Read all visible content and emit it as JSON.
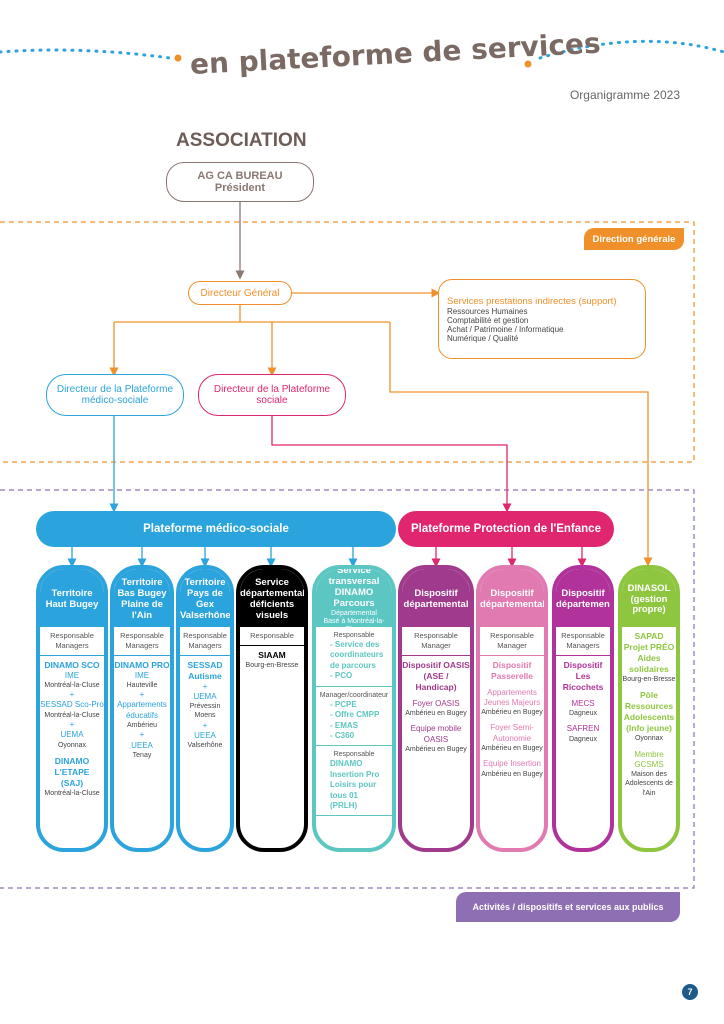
{
  "header": {
    "title": "en plateforme de services",
    "subtitle": "Organigramme 2023"
  },
  "association": {
    "label": "ASSOCIATION",
    "ag_line1": "AG CA BUREAU",
    "ag_line2": "Président"
  },
  "direction_generale": {
    "label": "Direction générale"
  },
  "directeur_general": {
    "label": "Directeur Général"
  },
  "support": {
    "title": "Services prestations indirectes (support)",
    "items": [
      "Ressources Humaines",
      "Comptabilité et gestion",
      "Achat / Patrimoine / Informatique",
      "Numérique / Qualité"
    ]
  },
  "dir_medico": {
    "line1": "Directeur de la Plateforme",
    "line2": "médico-sociale"
  },
  "dir_sociale": {
    "line1": "Directeur de la Plateforme",
    "line2": "sociale"
  },
  "platform_medico": {
    "label": "Plateforme médico-sociale"
  },
  "platform_enfance": {
    "label": "Plateforme Protection de l'Enfance"
  },
  "columns": {
    "haut_bugey": {
      "head": [
        "Territoire",
        "Haut Bugey"
      ],
      "resp": [
        "Responsable",
        "Managers"
      ],
      "items": [
        [
          "DINAMO SCO",
          "t"
        ],
        [
          "IME",
          "s"
        ],
        [
          "Montréal-la-Cluse",
          "g"
        ],
        [
          "+",
          "s"
        ],
        [
          "SESSAD Sco-Pro",
          "s"
        ],
        [
          "Montréal-la-Cluse",
          "g"
        ],
        [
          "+",
          "s"
        ],
        [
          "UEMA",
          "s"
        ],
        [
          "Oyonnax",
          "g"
        ],
        [
          "",
          "gap"
        ],
        [
          "DINAMO L'ETAPE",
          "t"
        ],
        [
          "(SAJ)",
          "t"
        ],
        [
          "Montréal-la-Cluse",
          "g"
        ]
      ]
    },
    "bas_bugey": {
      "head": [
        "Territoire",
        "Bas Bugey",
        "Plaine de l'Ain"
      ],
      "resp": [
        "Responsable",
        "Managers"
      ],
      "items": [
        [
          "DINAMO PRO",
          "t"
        ],
        [
          "IME",
          "s"
        ],
        [
          "Hauteville",
          "g"
        ],
        [
          "+",
          "s"
        ],
        [
          "Appartements",
          "s"
        ],
        [
          "éducatifs",
          "s"
        ],
        [
          "Ambérieu",
          "g"
        ],
        [
          "+",
          "s"
        ],
        [
          "UEEA",
          "s"
        ],
        [
          "Tenay",
          "g"
        ]
      ]
    },
    "pays_gex": {
      "head": [
        "Territoire",
        "Pays de Gex",
        "Valserhône"
      ],
      "resp": [
        "Responsable",
        "Managers"
      ],
      "items": [
        [
          "SESSAD",
          "t"
        ],
        [
          "Autisme",
          "t"
        ],
        [
          "+",
          "s"
        ],
        [
          "UEMA",
          "s"
        ],
        [
          "Prévessin",
          "g"
        ],
        [
          "Moens",
          "g"
        ],
        [
          "+",
          "s"
        ],
        [
          "UEEA",
          "s"
        ],
        [
          "Valserhône",
          "g"
        ]
      ]
    },
    "visuels": {
      "head": [
        "Service",
        "départemental",
        "déficients visuels"
      ],
      "resp": [
        "Responsable"
      ],
      "items": [
        [
          "SIAAM",
          "t"
        ],
        [
          "Bourg-en-Bresse",
          "g"
        ]
      ]
    },
    "dinamo_parcours": {
      "head": [
        "Service",
        "transversal",
        "DINAMO Parcours",
        "Départemental",
        "Basé à Montréal-la-Cluse"
      ],
      "sections": [
        {
          "resp": "Responsable",
          "items": [
            "- Service des",
            "coordinateurs",
            "de parcours",
            "- PCO"
          ]
        },
        {
          "resp": "Manager/coordinateur",
          "items": [
            "- PCPE",
            "- Offre CMPP",
            "- EMAS",
            "- C360"
          ]
        },
        {
          "resp": "Responsable",
          "items": [
            "DINAMO Insertion Pro",
            "Loisirs pour tous 01",
            "(PRLH)"
          ]
        }
      ]
    },
    "oasis": {
      "head": [
        "Dispositif",
        "départemental"
      ],
      "resp": [
        "Responsable",
        "Manager"
      ],
      "items": [
        [
          "Dispositif OASIS",
          "t"
        ],
        [
          "(ASE / Handicap)",
          "t"
        ],
        [
          "",
          "gap"
        ],
        [
          "Foyer OASIS",
          "s"
        ],
        [
          "Ambérieu en Bugey",
          "g"
        ],
        [
          "",
          "gap"
        ],
        [
          "Equipe mobile",
          "s"
        ],
        [
          "OASIS",
          "s"
        ],
        [
          "Ambérieu en Bugey",
          "g"
        ]
      ]
    },
    "passerelle": {
      "head": [
        "Dispositif",
        "départemental"
      ],
      "resp": [
        "Responsable",
        "Manager"
      ],
      "items": [
        [
          "Dispositif",
          "t"
        ],
        [
          "Passerelle",
          "t"
        ],
        [
          "",
          "gap"
        ],
        [
          "Appartements",
          "s"
        ],
        [
          "Jeunes Majeurs",
          "s"
        ],
        [
          "Ambérieu en Bugey",
          "g"
        ],
        [
          "",
          "gap"
        ],
        [
          "Foyer Semi-",
          "s"
        ],
        [
          "Autonomie",
          "s"
        ],
        [
          "Ambérieu en Bugey",
          "g"
        ],
        [
          "",
          "gap"
        ],
        [
          "Equipe Insertion",
          "s"
        ],
        [
          "Ambérieu en Bugey",
          "g"
        ]
      ]
    },
    "ricochets": {
      "head": [
        "Dispositif",
        "départemental"
      ],
      "resp": [
        "Responsable",
        "Managers"
      ],
      "items": [
        [
          "Dispositif",
          "t"
        ],
        [
          "Les Ricochets",
          "t"
        ],
        [
          "",
          "gap"
        ],
        [
          "MECS",
          "s"
        ],
        [
          "Dagneux",
          "g"
        ],
        [
          "",
          "gap"
        ],
        [
          "SAFREN",
          "s"
        ],
        [
          "Dagneux",
          "g"
        ]
      ]
    },
    "dinasol": {
      "head": [
        "DINASOL",
        "(gestion propre)"
      ],
      "items": [
        [
          "SAPAD",
          "t"
        ],
        [
          "Projet PRÉO",
          "t"
        ],
        [
          "Aides solidaires",
          "t"
        ],
        [
          "Bourg-en-Bresse",
          "g"
        ],
        [
          "",
          "gap"
        ],
        [
          "Pôle",
          "t"
        ],
        [
          "Ressources",
          "t"
        ],
        [
          "Adolescents",
          "t"
        ],
        [
          "(Info jeune)",
          "t"
        ],
        [
          "Oyonnax",
          "g"
        ],
        [
          "",
          "gap"
        ],
        [
          "Membre",
          "s"
        ],
        [
          "GCSMS",
          "s"
        ],
        [
          "Maison des",
          "g"
        ],
        [
          "Adolescents de",
          "g"
        ],
        [
          "l'Ain",
          "g"
        ]
      ]
    }
  },
  "activites": {
    "label": "Activités / dispositifs et services aux publics"
  },
  "page_number": "7",
  "colors": {
    "blue": "#2ba3dc",
    "pink": "#e0266f",
    "purple": "#a03a8c",
    "pink_light": "#e07ab1",
    "magenta": "#b0329a",
    "green": "#8ec63f",
    "teal": "#5cc6c2",
    "orange": "#f0902a",
    "brown": "#8a7770",
    "lilac": "#8e6fb3"
  }
}
